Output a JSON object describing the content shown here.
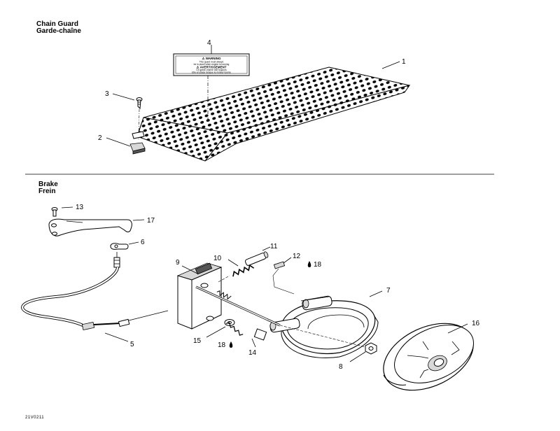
{
  "sections": {
    "chain_guard": {
      "title_en": "Chain Guard",
      "title_fr": "Garde-chaîne"
    },
    "brake": {
      "title_en": "Brake",
      "title_fr": "Frein"
    }
  },
  "callouts": {
    "c1": "1",
    "c2": "2",
    "c3": "3",
    "c4": "4",
    "c5": "5",
    "c6": "6",
    "c7": "7",
    "c8": "8",
    "c9": "9",
    "c10": "10",
    "c11": "11",
    "c12": "12",
    "c13": "13",
    "c14": "14",
    "c15": "15",
    "c16": "16",
    "c17": "17",
    "c18a": "18",
    "c18b": "18"
  },
  "label_text": {
    "number": "4",
    "warning_header": "⚠ WARNING",
    "warning_line1": "This guard must always",
    "warning_line2": "be in place when engine is running",
    "caution_header": "⚠ AVERTISSEMENT",
    "caution_line1": "Ce garde-chaîne doit toujours",
    "caution_line2": "être en place lorsque le moteur tourne"
  },
  "figure_code": "21V0211"
}
